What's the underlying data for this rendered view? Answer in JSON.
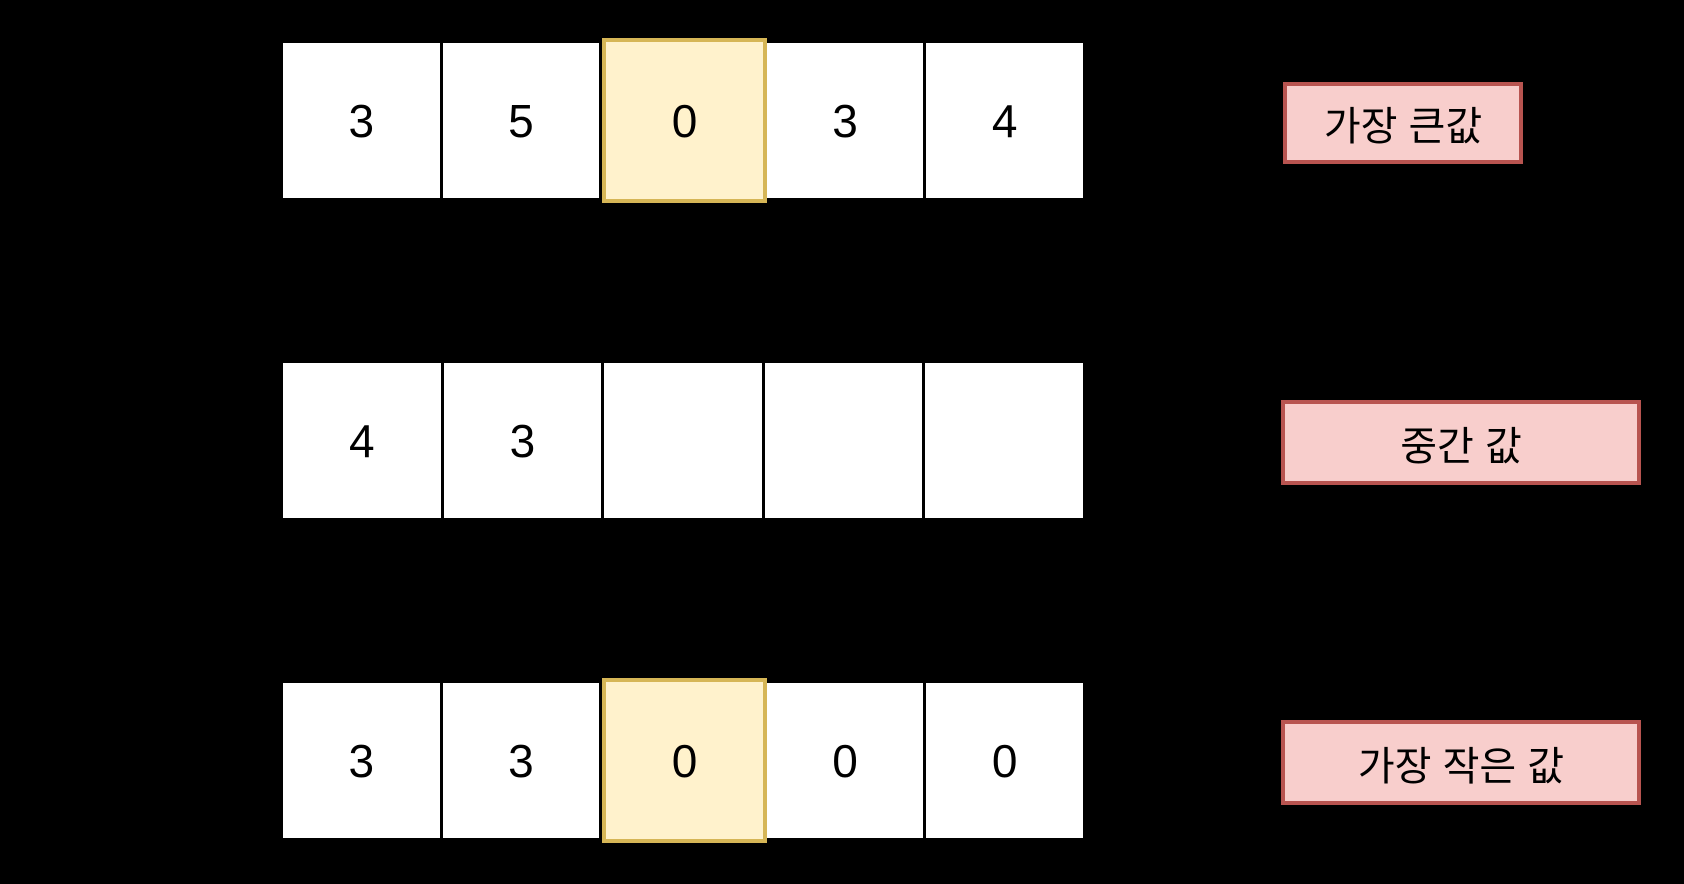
{
  "diagram": {
    "background": "#000000",
    "colors": {
      "background": "#000000",
      "cell_fill": "#ffffff",
      "cell_border": "#000000",
      "highlight_fill": "#fff2cc",
      "highlight_border": "#d6b656",
      "label_fill": "#f8cecc",
      "label_border": "#b85450",
      "text": "#000000"
    },
    "rows": [
      {
        "id": "largest",
        "label": "가장 큰값",
        "cells": [
          "3",
          "5",
          "0",
          "3",
          "4"
        ],
        "highlighted_index": 2
      },
      {
        "id": "middle",
        "label": "중간 값",
        "cells": [
          "4",
          "3",
          "",
          "",
          ""
        ],
        "highlighted_index": -1
      },
      {
        "id": "smallest",
        "label": "가장 작은 값",
        "cells": [
          "3",
          "3",
          "0",
          "0",
          "0"
        ],
        "highlighted_index": 2
      }
    ]
  }
}
